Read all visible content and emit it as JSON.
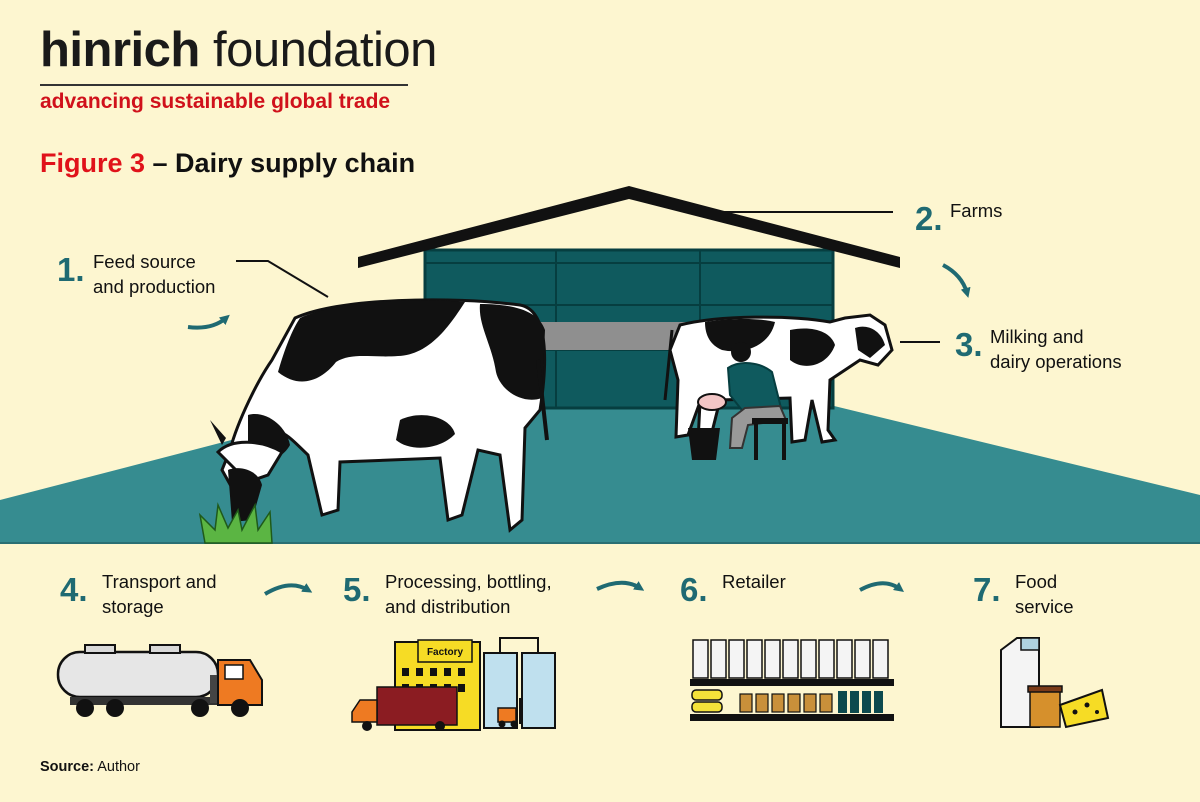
{
  "brand": {
    "name_bold": "hinrich",
    "name_rest": " foundation",
    "tagline": "advancing sustainable global trade"
  },
  "figure": {
    "number": "Figure 3",
    "title": " – Dairy supply chain"
  },
  "steps": [
    {
      "number": "1.",
      "label": "Feed source\nand production"
    },
    {
      "number": "2.",
      "label": "Farms"
    },
    {
      "number": "3.",
      "label": "Milking and\ndairy operations"
    },
    {
      "number": "4.",
      "label": "Transport and\nstorage"
    },
    {
      "number": "5.",
      "label": "Processing, bottling,\nand distribution"
    },
    {
      "number": "6.",
      "label": "Retailer"
    },
    {
      "number": "7.",
      "label": "Food\nservice"
    }
  ],
  "factory_sign": "Factory",
  "source": {
    "label": "Source:",
    "value": " Author"
  },
  "colors": {
    "background": "#fdf6d0",
    "teal": "#1f6a72",
    "ground": "#368c90",
    "red": "#e0121a",
    "barn": "#0f5a5e",
    "orange": "#e8731b",
    "yellow": "#f7dd2a"
  }
}
